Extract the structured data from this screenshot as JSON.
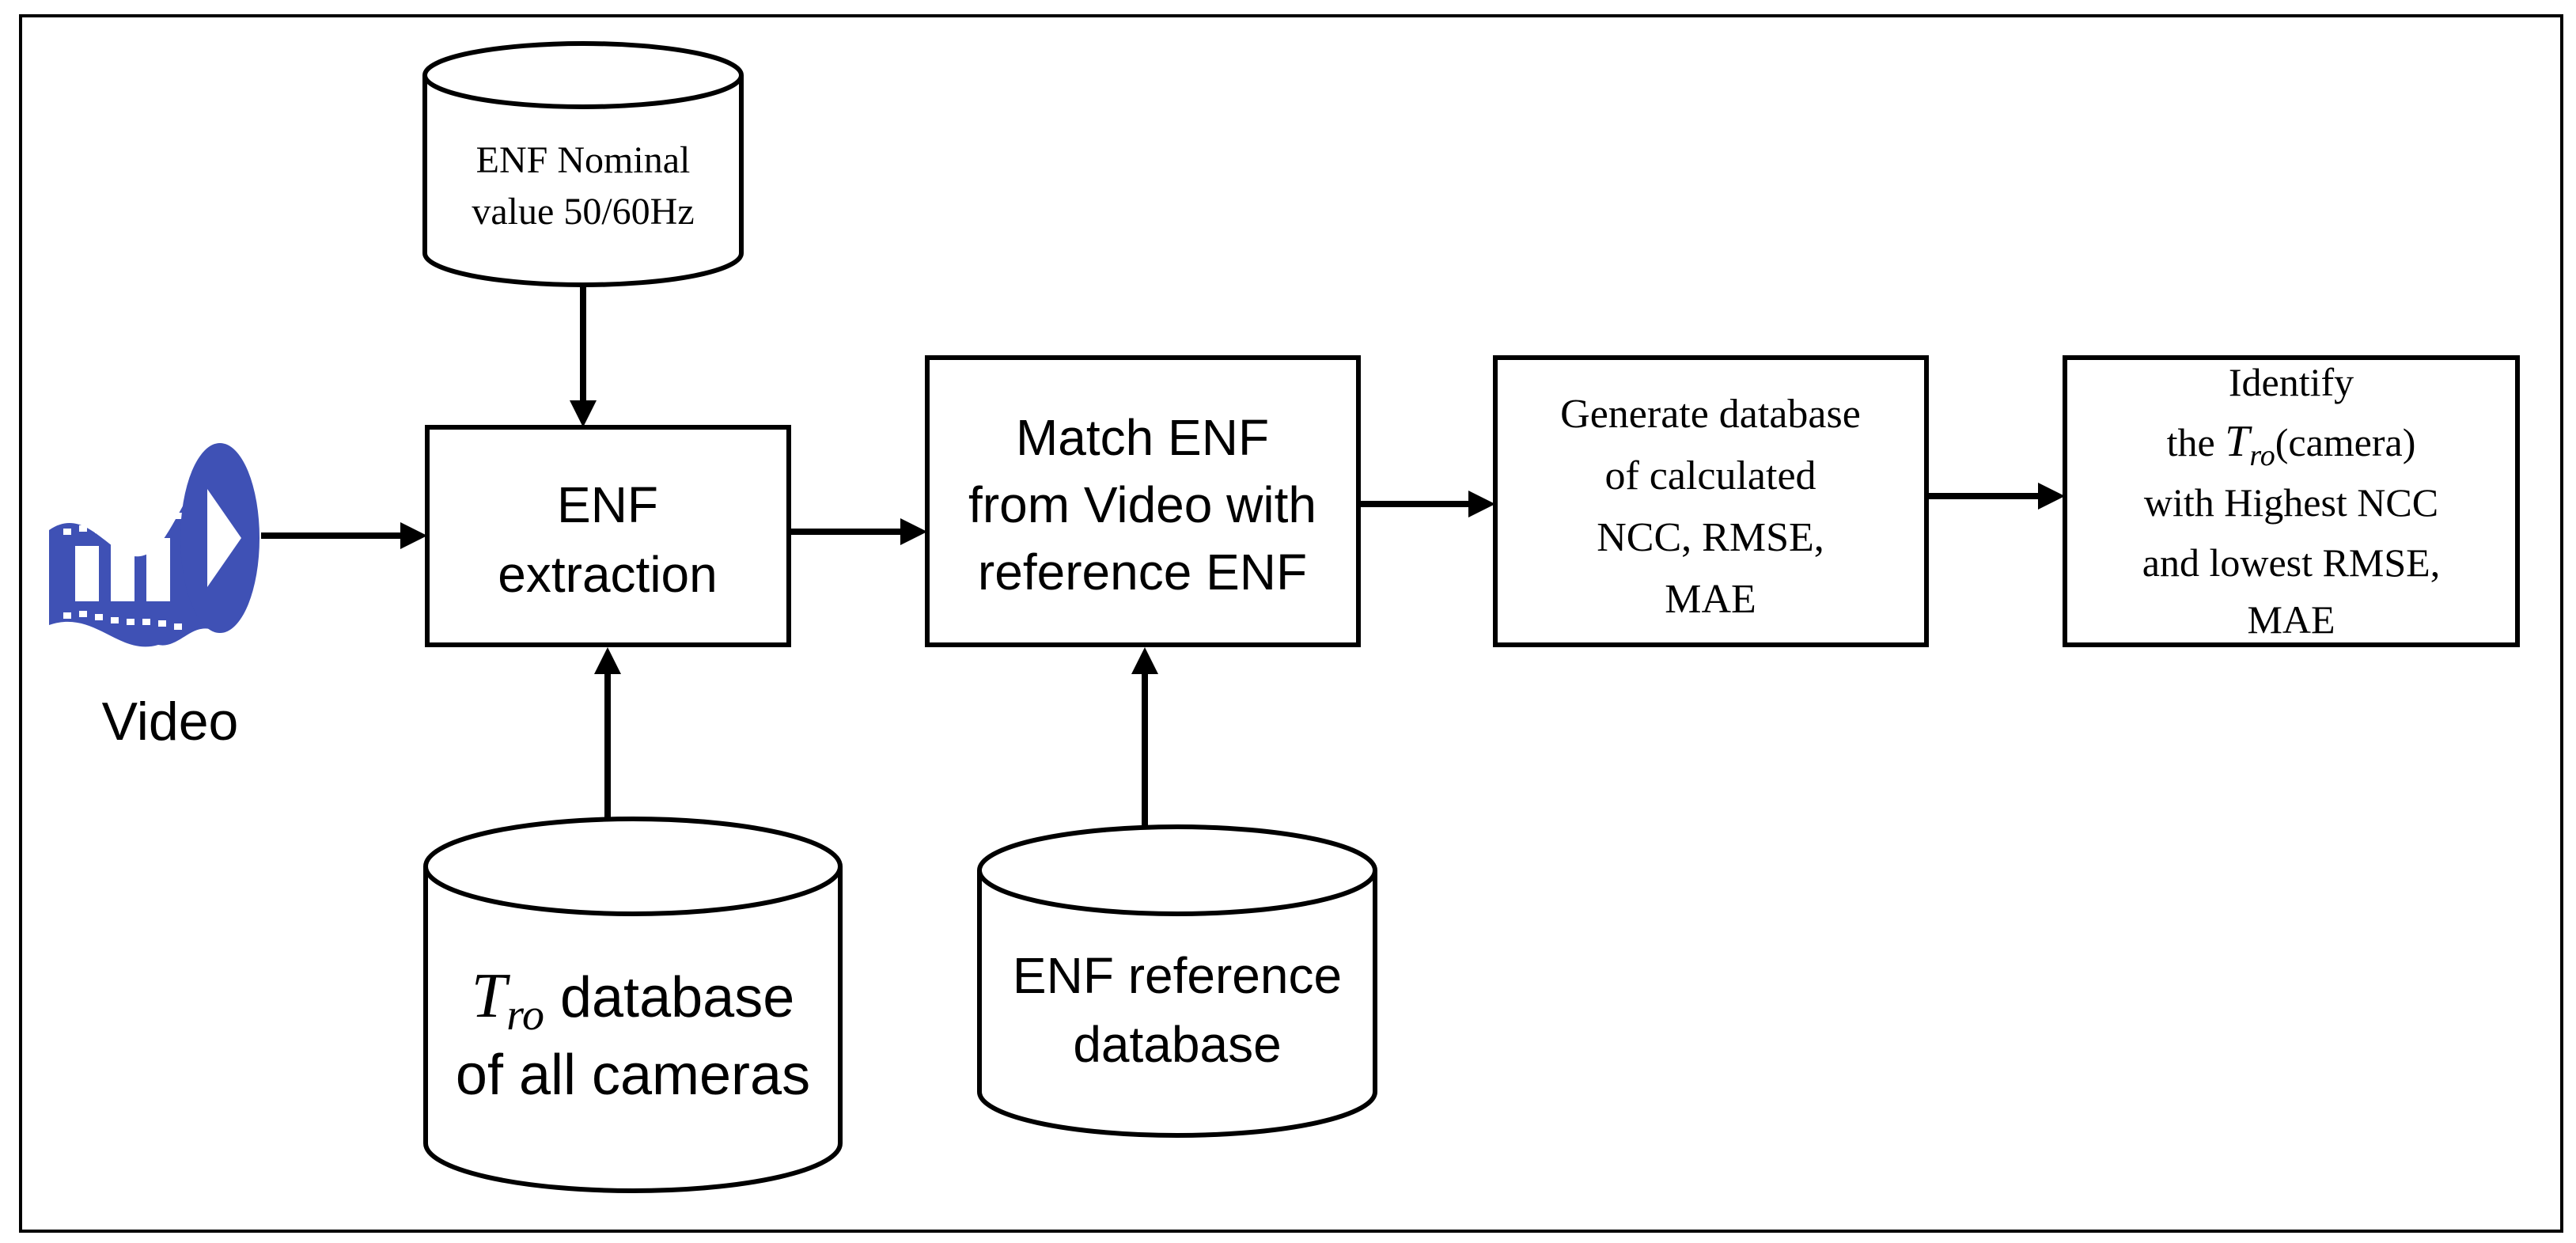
{
  "colors": {
    "stroke": "#000000",
    "background": "#ffffff",
    "video_icon": "#3f51b5"
  },
  "video": {
    "icon": "video-film-icon",
    "label": "Video"
  },
  "enf_nominal": {
    "line1": "ENF Nominal",
    "line2": "value 50/60Hz"
  },
  "enf_extraction": {
    "line1": "ENF",
    "line2": "extraction"
  },
  "tro_database": {
    "symbol_main": "T",
    "symbol_sub": "ro",
    "line1_rest": " database",
    "line2": "of all cameras"
  },
  "match_enf": {
    "line1": "Match ENF",
    "line2": "from Video with",
    "line3": "reference ENF"
  },
  "enf_reference": {
    "line1": "ENF reference",
    "line2": "database"
  },
  "generate_db": {
    "line1": "Generate database",
    "line2": "of calculated",
    "line3": "NCC, RMSE,",
    "line4": "MAE"
  },
  "identify": {
    "line1": "Identify",
    "line2_pre": "the ",
    "symbol_main": "T",
    "symbol_sub": "ro",
    "line2_post": "(camera)",
    "line3": "with Highest NCC",
    "line4": "and lowest RMSE,",
    "line5": "MAE"
  }
}
